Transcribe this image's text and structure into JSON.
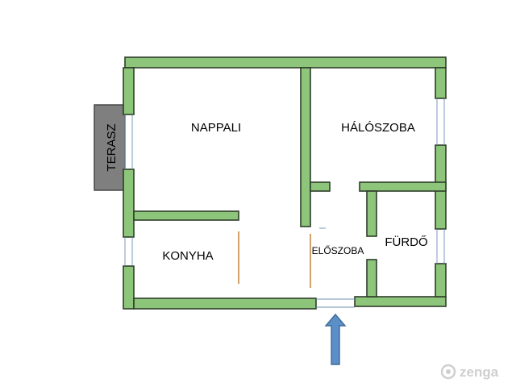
{
  "rooms": {
    "nappali": "NAPPALI",
    "haloszoba": "HÁLÓSZOBA",
    "konyha": "KONYHA",
    "eloszoba": "ELŐSZOBA",
    "furdo": "FÜRDŐ"
  },
  "terrace": {
    "label": "TERASZ"
  },
  "watermark": {
    "brand": "zenga"
  },
  "colors": {
    "wall_fill": "#8dc67a",
    "wall_stroke": "#2f3d2a",
    "terrace_fill": "#7f7f7f",
    "arrow": "#5b8fc8",
    "door": "#c98a45"
  }
}
